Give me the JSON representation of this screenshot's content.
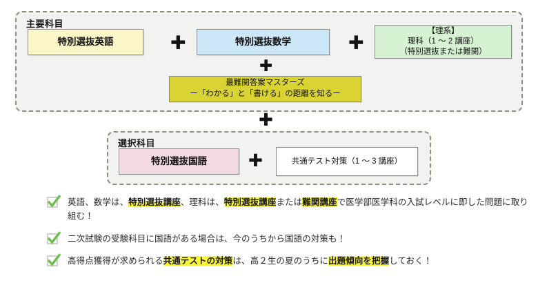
{
  "diagram": {
    "groups": [
      {
        "id": "main",
        "title": "主要科目",
        "boxes": [
          {
            "id": "english",
            "lines": [
              "特別選抜英語"
            ],
            "color": "#fbf7c8"
          },
          {
            "id": "math",
            "lines": [
              "特別選抜数学"
            ],
            "color": "#cce7f7"
          },
          {
            "id": "science",
            "lines": [
              "【理系】",
              "理科（1 ～ 2 講座）",
              "（特別選抜または難関）"
            ],
            "color": "#d6f2d3"
          },
          {
            "id": "masters",
            "lines": [
              "最難関答案マスターズ",
              "ー「わかる」と「書ける」の距離を知るー"
            ],
            "color": "#d9d333"
          }
        ]
      },
      {
        "id": "elective",
        "title": "選択科目",
        "boxes": [
          {
            "id": "japanese",
            "lines": [
              "特別選抜国語"
            ],
            "color": "#f3d9e2"
          },
          {
            "id": "common",
            "lines": [
              "共通テスト対策（1 ～ 3 講座）"
            ],
            "color": "#ffffff"
          }
        ]
      }
    ],
    "operators": [
      {
        "id": "plus-1",
        "symbol": "✚"
      },
      {
        "id": "plus-2",
        "symbol": "✚"
      },
      {
        "id": "plus-3",
        "symbol": "✚"
      },
      {
        "id": "plus-4",
        "symbol": "✚"
      },
      {
        "id": "plus-5",
        "symbol": "✚"
      }
    ]
  },
  "checklist": {
    "icon_name": "green-checkmark-icon",
    "highlight_color": "#fbf43c",
    "check_color": "#6cbf4b",
    "items": [
      {
        "id": "item-1",
        "plain_text": "英語、数学は、特別選抜講座、理科は、特別選抜講座または難関講座で医学部医学科の入試レベルに即した問題に取り組む！",
        "segments": [
          {
            "text": "英語、数学は、",
            "style": "plain"
          },
          {
            "text": "特別選抜講座",
            "style": "highlight-soft"
          },
          {
            "text": "、理科は、",
            "style": "plain"
          },
          {
            "text": "特別選抜講座",
            "style": "highlight"
          },
          {
            "text": "または",
            "style": "plain"
          },
          {
            "text": "難関講座",
            "style": "highlight"
          },
          {
            "text": "で医学部医学科の入試レベルに即した問題に取り組む！",
            "style": "plain"
          }
        ]
      },
      {
        "id": "item-2",
        "plain_text": "二次試験の受験科目に国語がある場合は、今のうちから国語の対策も！",
        "segments": [
          {
            "text": "二次試験の受験科目に国語がある場合は、今のうちから国語の対策も！",
            "style": "plain"
          }
        ]
      },
      {
        "id": "item-3",
        "plain_text": "高得点獲得が求められる共通テストの対策は、高２生の夏のうちに出題傾向を把握しておく！",
        "segments": [
          {
            "text": "高得点獲得が求められる",
            "style": "plain"
          },
          {
            "text": "共通テストの対策",
            "style": "highlight"
          },
          {
            "text": "は、高２生の夏のうちに",
            "style": "plain"
          },
          {
            "text": "出題傾向を把握",
            "style": "highlight"
          },
          {
            "text": "しておく！",
            "style": "plain"
          }
        ]
      }
    ]
  }
}
